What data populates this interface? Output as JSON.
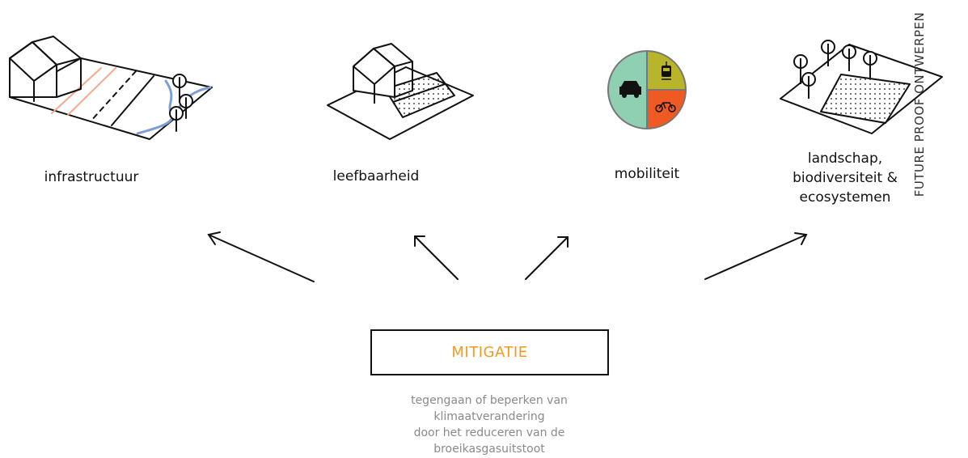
{
  "labels": {
    "infrastructuur": "infrastructuur",
    "leefbaarheid": "leefbaarheid",
    "mobiliteit": "mobiliteit",
    "landschap_lines": [
      "landschap,",
      "biodiversiteit &",
      "ecosystemen"
    ]
  },
  "side_title": "FUTURE PROOF ONTWERPEN",
  "mitigation": {
    "title": "MITIGATIE",
    "description_lines": [
      "tegengaan of beperken van",
      "klimaatverandering",
      "door het reduceren van de",
      "broeikasgasuitstoot"
    ]
  },
  "colors": {
    "accent": "#f39a1e",
    "car": "#8fd0b3",
    "tram": "#b9b52a",
    "bike": "#ef5a23",
    "water": "#7f9ed8",
    "pink_lines": "#f3a98c"
  },
  "icons": {
    "infrastructure": "road-house-trees-icon",
    "liveability": "house-garden-icon",
    "mobility": [
      "car-icon",
      "tram-icon",
      "bike-icon"
    ],
    "landscape": "park-trees-icon"
  }
}
